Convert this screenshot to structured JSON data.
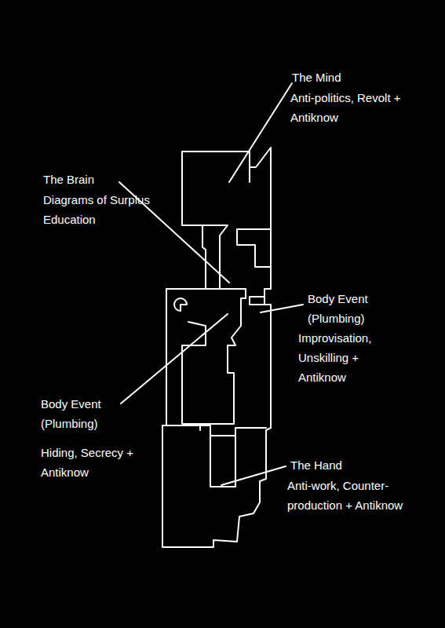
{
  "diagram": {
    "labels": [
      "The Mind",
      "Anti-politics, Revolt + Antiknow",
      "The Brain",
      "Diagrams of Surplus Education",
      "Body Event (Plumbing)",
      "Improvisation, Unskilling + Antiknow",
      "Body Event (Plumbing)",
      "Hiding, Secrecy + Antiknow",
      "The Hand",
      "Anti-work, Counter-production + Antiknow"
    ]
  }
}
